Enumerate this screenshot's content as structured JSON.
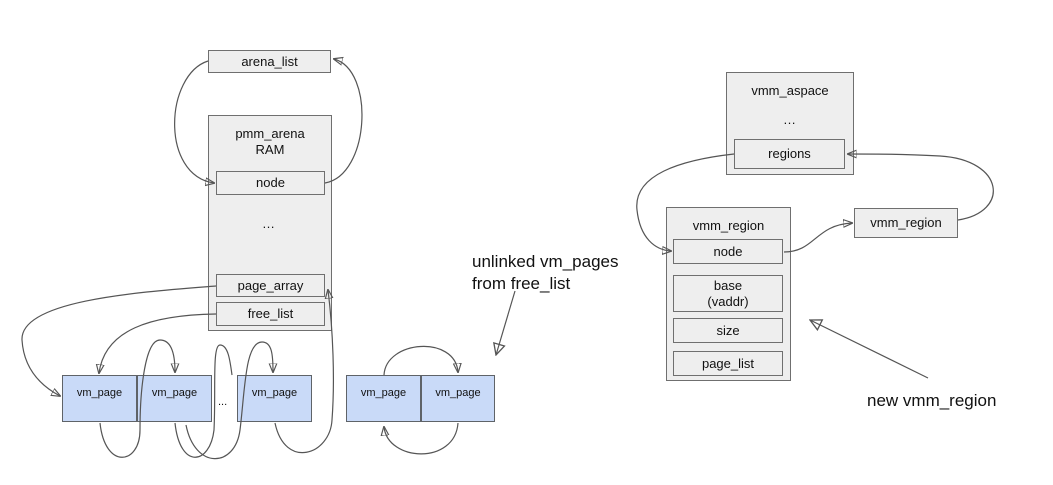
{
  "pmm": {
    "arena_list": "arena_list",
    "arena_title": "pmm_arena",
    "arena_sub": "RAM",
    "node": "node",
    "ellipsis": "…",
    "page_array": "page_array",
    "free_list": "free_list"
  },
  "pages": {
    "p1": "vm_page",
    "p2": "vm_page",
    "dots": "...",
    "p3": "vm_page",
    "u1": "vm_page",
    "u2": "vm_page"
  },
  "unlinked_label": [
    "unlinked vm_pages",
    "from free_list"
  ],
  "vmm": {
    "aspace_title": "vmm_aspace",
    "aspace_ellipsis": "…",
    "regions": "regions",
    "region_title": "vmm_region",
    "node": "node",
    "base": [
      "base",
      "(vaddr)"
    ],
    "size": "size",
    "page_list": "page_list",
    "other_region": "vmm_region"
  },
  "new_region_label": "new vmm_region"
}
